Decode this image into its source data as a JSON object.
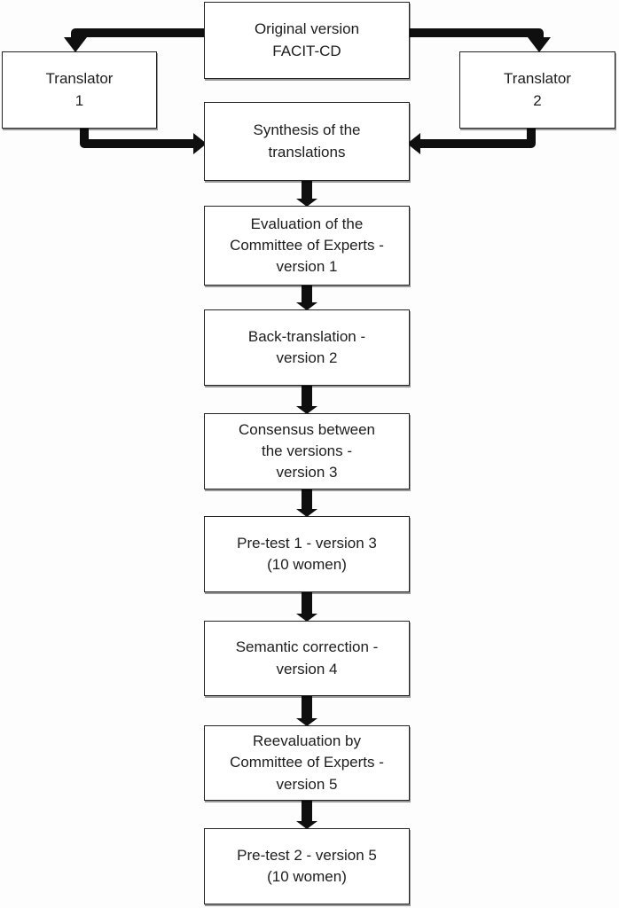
{
  "colors": {
    "line": "#0f0f0f",
    "border": "#232323",
    "fill": "#ffffff",
    "text": "#1d1d1d",
    "background": "#fdfdfd"
  },
  "nodes": {
    "original": {
      "lines": [
        "Original version",
        "FACIT-CD"
      ]
    },
    "translator1": {
      "lines": [
        "Translator",
        "1"
      ]
    },
    "translator2": {
      "lines": [
        "Translator",
        "2"
      ]
    },
    "synthesis": {
      "lines": [
        "Synthesis of the",
        "translations"
      ]
    },
    "evaluation": {
      "lines": [
        "Evaluation of the",
        "Committee of Experts -",
        "version 1"
      ]
    },
    "backTranslation": {
      "lines": [
        "Back-translation -",
        "version 2"
      ]
    },
    "consensus": {
      "lines": [
        "Consensus between",
        "the versions -",
        "version 3"
      ]
    },
    "pretest1": {
      "lines": [
        "Pre-test 1 - version 3",
        "(10 women)"
      ]
    },
    "semantic": {
      "lines": [
        "Semantic correction -",
        "version 4"
      ]
    },
    "reevaluation": {
      "lines": [
        "Reevaluation by",
        "Committee of Experts -",
        "version 5"
      ]
    },
    "pretest2": {
      "lines": [
        "Pre-test 2 - version 5",
        "(10 women)"
      ]
    }
  }
}
